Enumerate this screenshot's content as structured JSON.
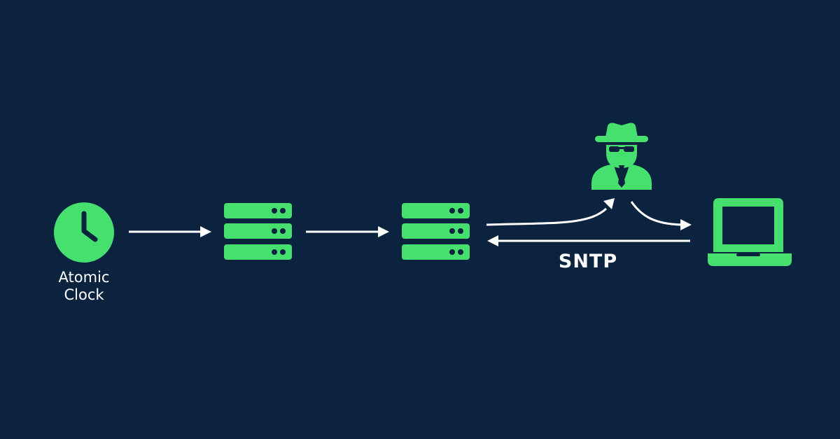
{
  "colors": {
    "background": "#0c2340",
    "accent": "#46e06e",
    "arrow": "#ffffff"
  },
  "nodes": {
    "source": {
      "icon": "clock-icon",
      "label_line1": "Atomic",
      "label_line2": "Clock"
    },
    "server_1": {
      "icon": "server-icon"
    },
    "server_2": {
      "icon": "server-icon"
    },
    "attacker": {
      "icon": "spy-icon"
    },
    "client": {
      "icon": "laptop-icon"
    }
  },
  "protocol_label": "SNTP"
}
